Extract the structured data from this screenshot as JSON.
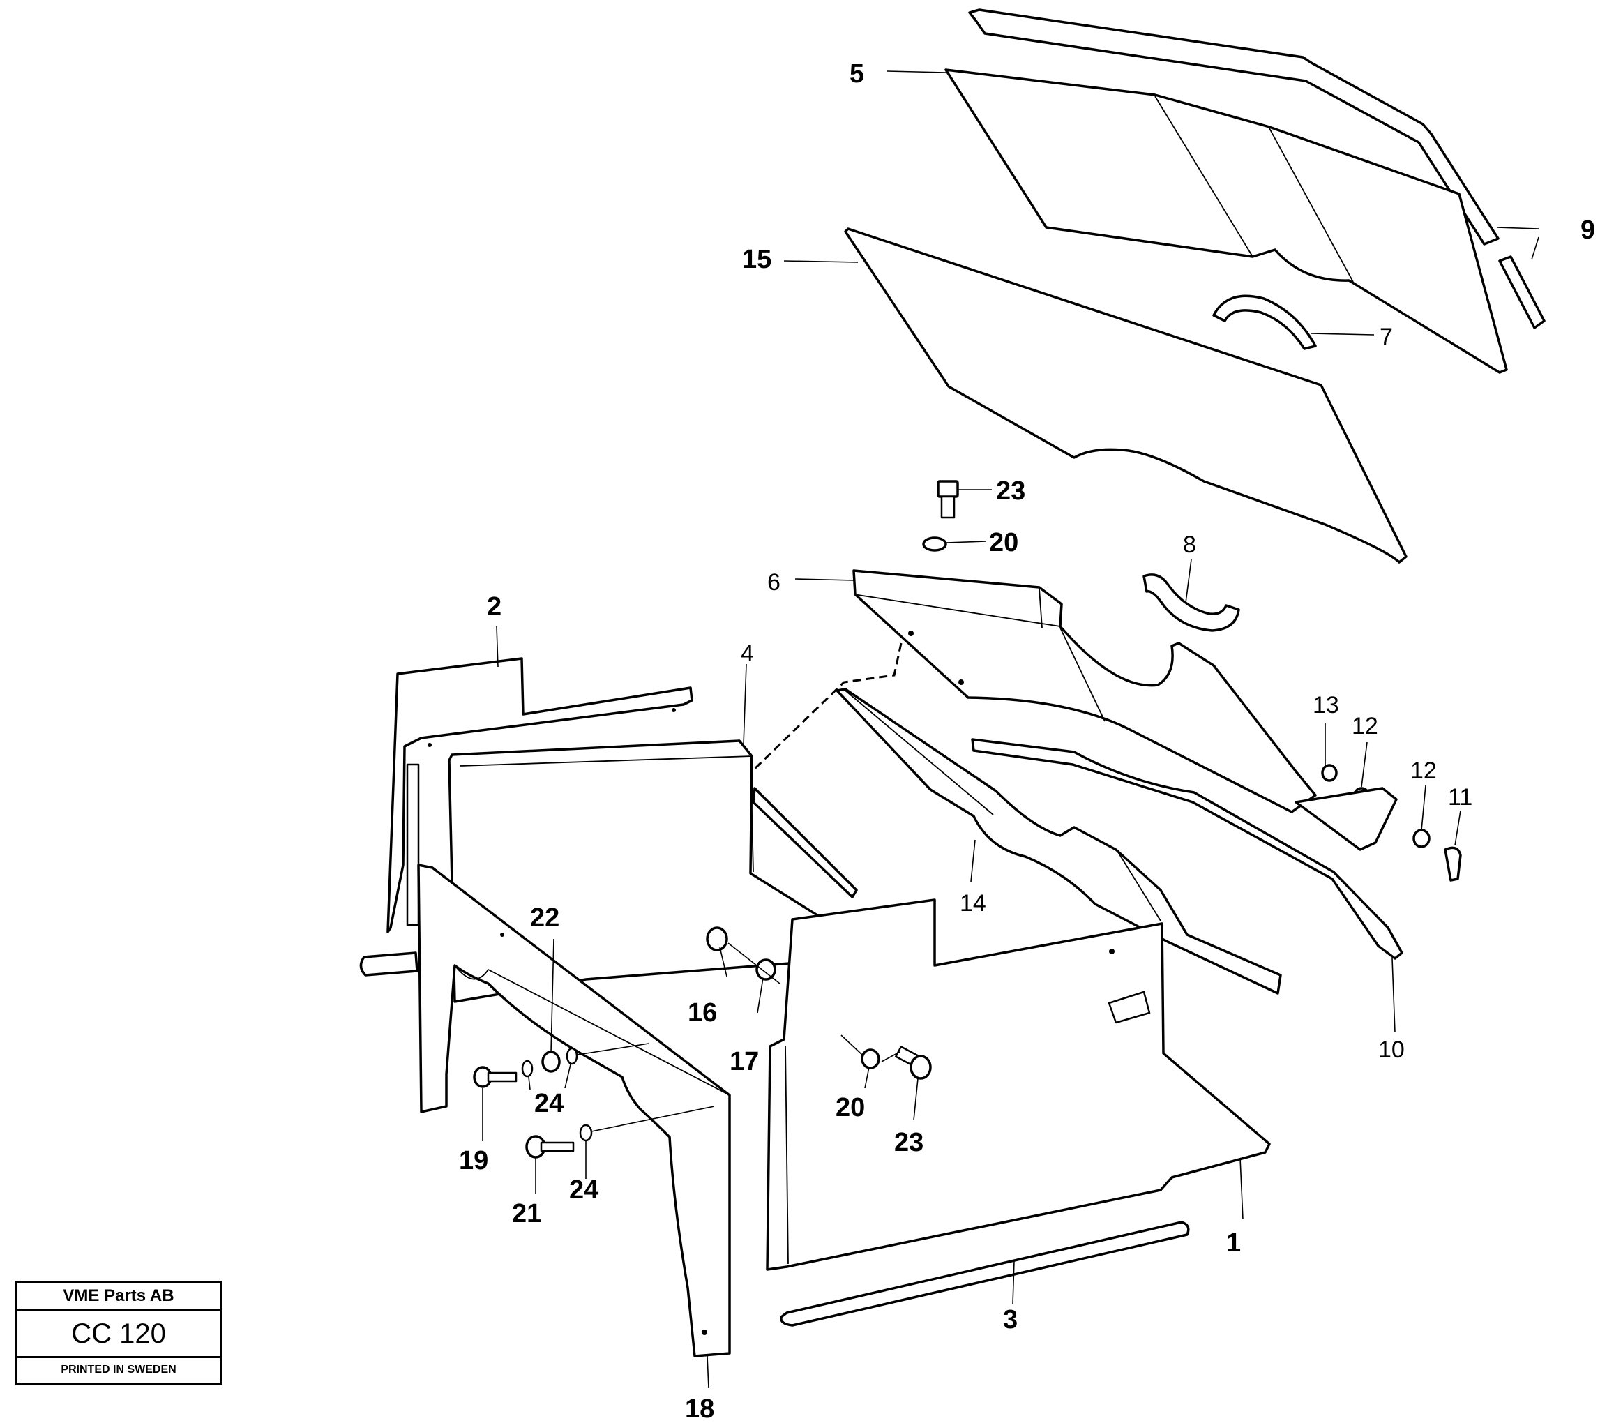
{
  "callouts": {
    "c1": "1",
    "c2": "2",
    "c3": "3",
    "c4": "4",
    "c5": "5",
    "c6": "6",
    "c7": "7",
    "c8": "8",
    "c9": "9",
    "c10": "10",
    "c11": "11",
    "c12a": "12",
    "c12b": "12",
    "c13": "13",
    "c14": "14",
    "c15": "15",
    "c16": "16",
    "c17": "17",
    "c18": "18",
    "c19": "19",
    "c20a": "20",
    "c20b": "20",
    "c21": "21",
    "c22": "22",
    "c23a": "23",
    "c23b": "23",
    "c24a": "24",
    "c24b": "24"
  },
  "stamp": {
    "company": "VME Parts AB",
    "code": "CC 120",
    "printed": "PRINTED IN SWEDEN"
  }
}
